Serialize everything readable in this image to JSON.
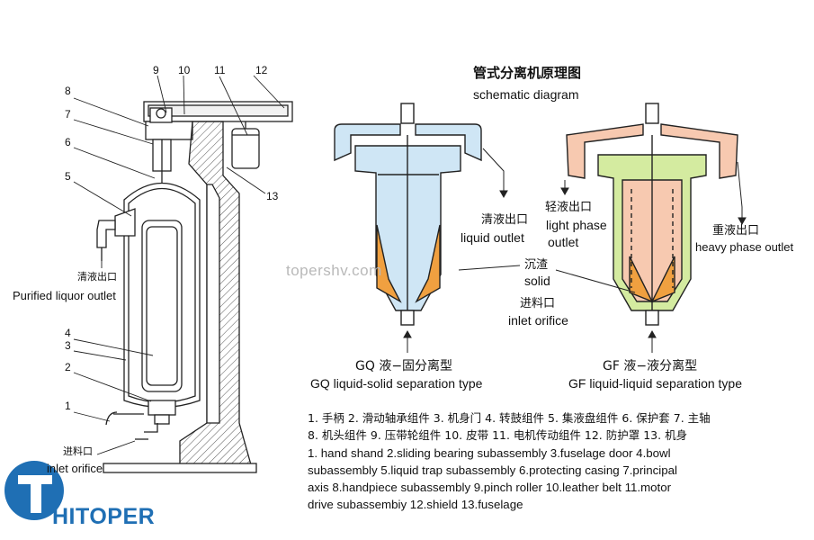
{
  "title": {
    "cn": "管式分离机原理图",
    "en": "schematic diagram"
  },
  "callouts": [
    "1",
    "2",
    "3",
    "4",
    "5",
    "6",
    "7",
    "8",
    "9",
    "10",
    "11",
    "12",
    "13"
  ],
  "left_labels": {
    "purified_cn": "清液出口",
    "purified_en": "Purified liquor outlet",
    "inlet_cn": "进料口",
    "inlet_en": "inlet orifice"
  },
  "gq": {
    "liquid_outlet_cn": "清液出口",
    "liquid_outlet_en": "liquid outlet",
    "solid_cn": "沉渣",
    "solid_en": "solid",
    "inlet_cn": "进料口",
    "inlet_en": "inlet orifice",
    "type_cn": "GQ 液−固分离型",
    "type_en": "GQ liquid-solid separation type"
  },
  "gf": {
    "light_cn": "轻液出口",
    "light_en1": "light phase",
    "light_en2": "outlet",
    "heavy_cn": "重液出口",
    "heavy_en": "heavy phase outlet",
    "type_cn": "GF 液−液分离型",
    "type_en": "GF liquid-liquid separation type"
  },
  "legend": {
    "cn_line1": "1. 手柄  2. 滑动轴承组件  3. 机身门  4. 转鼓组件  5. 集液盘组件  6. 保护套 7. 主轴",
    "cn_line2": "8. 机头组件 9. 压带轮组件  10. 皮带  11. 电机传动组件    12. 防护罩  13. 机身",
    "en_line1": "1. hand shand  2.sliding bearing subassembly  3.fuselage door    4.bowl",
    "en_line2": "subassembly    5.liquid trap subassembly  6.protecting casing  7.principal",
    "en_line3": "axis   8.handpiece subassembly 9.pinch roller   10.leather belt   11.motor",
    "en_line4": "drive subassembiy   12.shield 13.fuselage"
  },
  "watermark": "topershv.com",
  "logo": {
    "text": "HITOPER"
  },
  "colors": {
    "light_blue": "#cfe6f5",
    "orange": "#f0a040",
    "pink": "#f7c9b0",
    "green": "#d4eba0",
    "logo_blue": "#1f6fb4"
  }
}
